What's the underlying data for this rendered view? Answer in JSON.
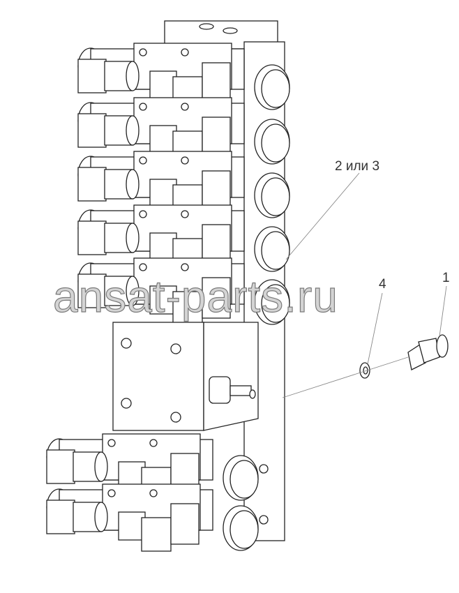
{
  "callouts": {
    "item_2_or_3": "2 или 3",
    "item_4": "4",
    "item_1": "1"
  },
  "watermark": "ansat-parts.ru",
  "colors": {
    "line": "#222222",
    "leader": "#888888",
    "watermark": "#8a8a8a"
  }
}
